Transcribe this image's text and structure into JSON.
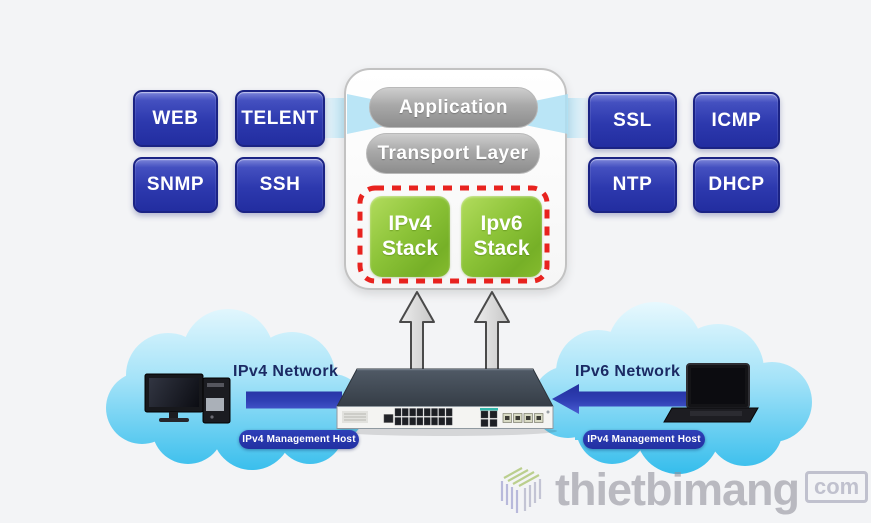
{
  "protocols": {
    "left": [
      "WEB",
      "TELENT",
      "SNMP",
      "SSH"
    ],
    "right": [
      "SSL",
      "ICMP",
      "NTP",
      "DHCP"
    ]
  },
  "stack_box": {
    "application": "Application",
    "transport": "Transport Layer",
    "ipv4_stack": "IPv4 Stack",
    "ipv6_stack": "Ipv6 Stack"
  },
  "networks": {
    "left_label": "IPv4 Network",
    "left_host": "IPv4 Management Host",
    "right_label": "IPv6 Network",
    "right_host": "IPv4 Management Host"
  },
  "watermark": {
    "brand": "thietbimang",
    "tld": "com"
  },
  "colors": {
    "protocol_blue": "#2d39ae",
    "layer_gray": "#9b9b9b",
    "stack_green": "#84bb2e",
    "dashed_red": "#e8231f",
    "cloud_cyan": "#3fc2ee",
    "ribbon_cyan": "#aee0f4",
    "navy_text": "#1b2a64",
    "flow_arrow_navy": "#2a38a6",
    "background": "#f3f4f6"
  }
}
